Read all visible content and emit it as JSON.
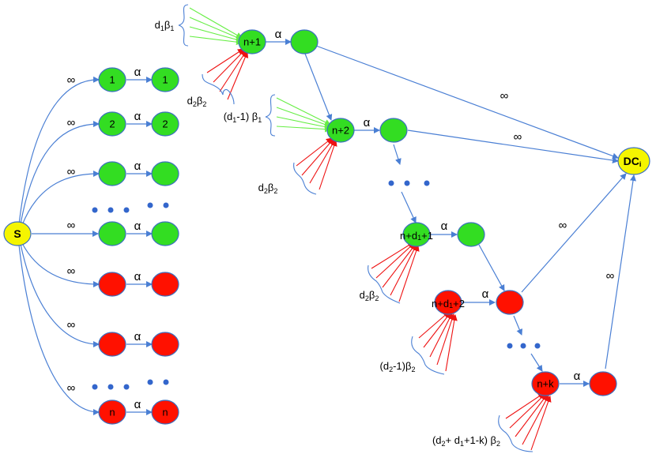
{
  "colors": {
    "green": "#33dd22",
    "red": "#ff1100",
    "yellow": "#f5f500",
    "edge": "#4a7fd4",
    "green_rays": "#66ee44",
    "red_rays": "#ee1111",
    "dot": "#3366cc"
  },
  "nodes": {
    "s": "S",
    "dc": "DC",
    "dc_sub": "i",
    "left_1": "1",
    "left_1b": "1",
    "left_2": "2",
    "left_2b": "2",
    "left_n": "n",
    "left_nb": "n",
    "n1": "n+1",
    "n2": "n+2",
    "nd1": "n+d",
    "nd1_sub": "1",
    "nd1_tail": "+1",
    "nd2": "n+d",
    "nd2_sub": "1",
    "nd2_tail": "+2",
    "nk": "n+k"
  },
  "edge_labels": {
    "alpha": "α",
    "inf": "∞"
  },
  "capacity_labels": {
    "l1": {
      "a": "d",
      "a_sub": "1",
      "b": "β",
      "b_sub": "1"
    },
    "l2": {
      "a": "d",
      "a_sub": "2",
      "b": "β",
      "b_sub": "2"
    },
    "l3": {
      "pre": "(d",
      "pre_sub": "1",
      "mid": "-1) β",
      "mid_sub": "1"
    },
    "l4": {
      "a": "d",
      "a_sub": "2",
      "b": "β",
      "b_sub": "2"
    },
    "l5": {
      "a": "d",
      "a_sub": "2",
      "b": "β",
      "b_sub": "2"
    },
    "l6": {
      "pre": "(d",
      "pre_sub": "2",
      "mid": "-1)β",
      "mid_sub": "2"
    },
    "l7": {
      "pre": "(d",
      "pre_sub": "2",
      "mid": "+ d",
      "mid_sub": "1",
      "post": "+1-k) β",
      "post_sub": "2"
    }
  }
}
